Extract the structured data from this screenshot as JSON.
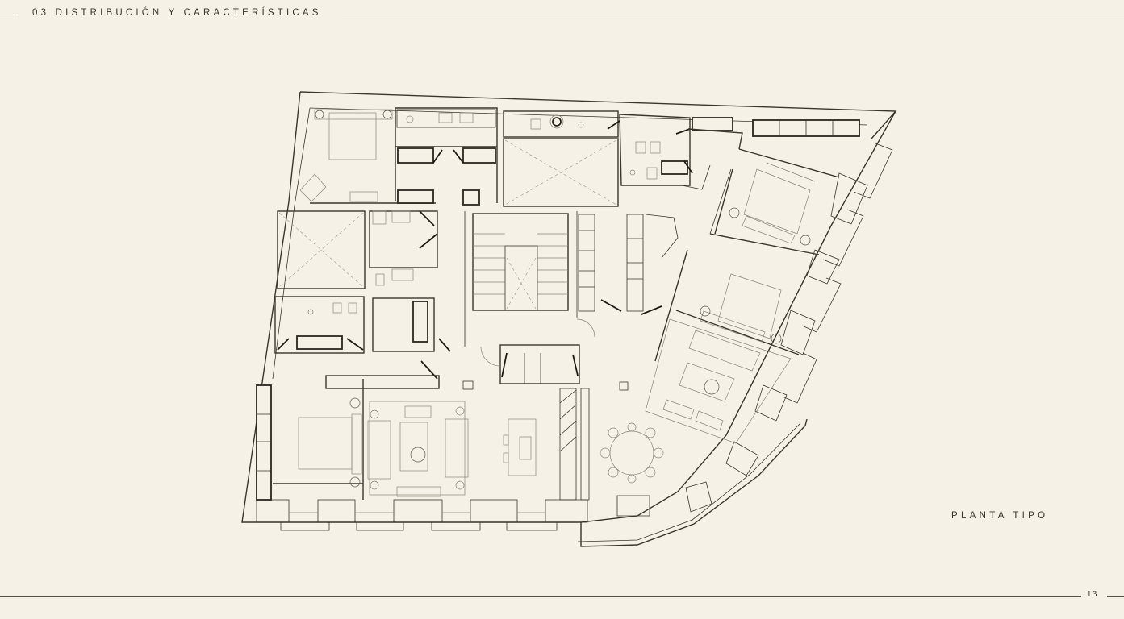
{
  "header": {
    "section_title": "03 DISTRIBUCIÓN Y CARACTERÍSTICAS"
  },
  "plan": {
    "label": "PLANTA TIPO"
  },
  "footer": {
    "page_number": "13"
  },
  "colors": {
    "background": "#f5f1e7",
    "line": "#3b352c",
    "text": "#3a342b"
  }
}
